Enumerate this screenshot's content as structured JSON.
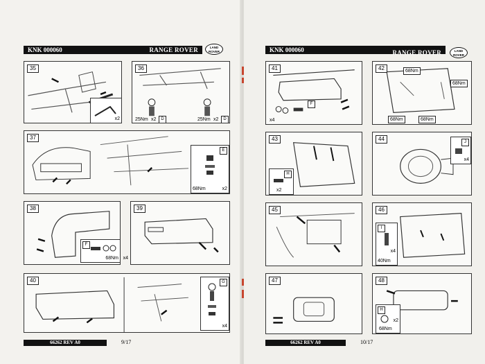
{
  "left": {
    "code": "KNK 000060",
    "brand": "RANGE ROVER",
    "logo": [
      "LAND",
      "ROVER"
    ],
    "footer_code": "66262 REV A0",
    "page_number": "9/17",
    "steps": {
      "s35": {
        "num": "35",
        "qty": "x2"
      },
      "s36": {
        "num": "36",
        "torque_a": "25Nm",
        "qty_a": "x2",
        "badge_a": "D",
        "torque_b": "25Nm",
        "qty_b": "x2",
        "badge_b": "D"
      },
      "s37": {
        "num": "37",
        "badge": "E",
        "torque": "68Nm",
        "qty": "x2"
      },
      "s38": {
        "num": "38"
      },
      "s39": {
        "num": "39",
        "badge": "F",
        "torque": "68Nm",
        "qty": "x4"
      },
      "s40": {
        "num": "40",
        "badge": "G",
        "qty": "x4"
      }
    }
  },
  "right": {
    "code": "KNK 000060",
    "brand": "RANGE ROVER",
    "logo": [
      "LAND",
      "ROVER"
    ],
    "footer_code": "66262 REV A0",
    "page_number": "10/17",
    "steps": {
      "s41": {
        "num": "41",
        "badge": "F",
        "qty": "x4"
      },
      "s42": {
        "num": "42",
        "t1": "68Nm",
        "t2": "68Nm",
        "t3": "68Nm",
        "t4": "68Nm"
      },
      "s43": {
        "num": "43",
        "badge": "H",
        "qty": "x2"
      },
      "s44": {
        "num": "44",
        "badge": "J",
        "qty": "x4"
      },
      "s45": {
        "num": "45"
      },
      "s46": {
        "num": "46",
        "badge": "I",
        "qty": "x4",
        "torque": "40Nm"
      },
      "s47": {
        "num": "47"
      },
      "s48": {
        "num": "48",
        "badge": "H",
        "qty": "x2",
        "torque": "68Nm"
      }
    }
  }
}
